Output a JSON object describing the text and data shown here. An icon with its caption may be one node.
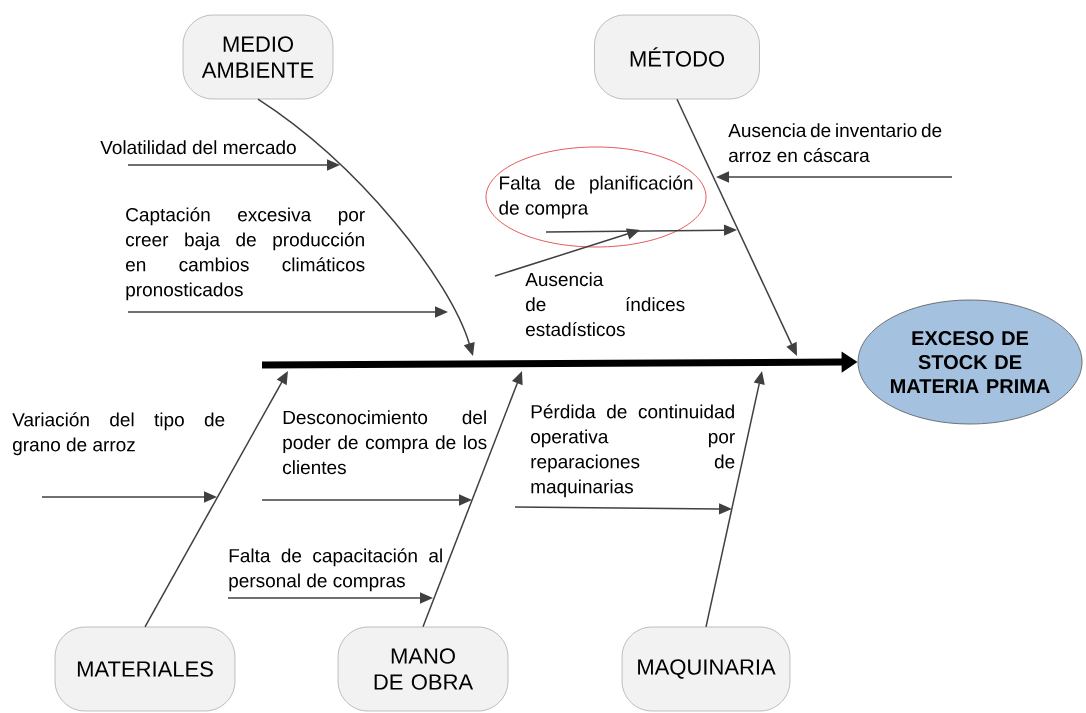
{
  "diagram": {
    "nodes": [
      {
        "text": [
          "MEDIO AMBIENTE"
        ]
      },
      {
        "text": [
          "MÉTODO"
        ]
      },
      {
        "text": [
          "Falta de planificación de compra"
        ]
      },
      {
        "text": [
          "EXCESO DE STOCK DE MATERIA PRIMA"
        ]
      },
      {
        "text": [
          "MATERIALES"
        ]
      },
      {
        "text": [
          "MANO DE OBRA"
        ]
      },
      {
        "text": [
          "MAQUINARIA"
        ]
      }
    ],
    "edges": [
      {
        "from": null,
        "to": 3,
        "arrow": "to",
        "style": "thick",
        "color": "#000000"
      },
      {
        "from": 0,
        "to": null,
        "arrow": "to"
      },
      {
        "from": 1,
        "to": null,
        "arrow": "to"
      },
      {
        "from": 4,
        "to": null,
        "arrow": "to"
      },
      {
        "from": 5,
        "to": null,
        "arrow": "to"
      },
      {
        "from": 6,
        "to": null,
        "arrow": "to"
      },
      {
        "from": 2,
        "to": null,
        "arrow": "to"
      },
      {
        "from": null,
        "to": 2,
        "arrow": "to"
      }
    ],
    "labels": [
      "Ausencia de inventario de arroz en cáscara",
      "Volatilidad del mercado",
      "Captación excesiva por creer baja de producción en cambios climáticos pronosticados",
      "Ausencia de índices estadísticos",
      "Pérdida de continuidad operativa por reparaciones de maquinarias",
      "Desconocimiento del poder de compra de los clientes",
      "Variación del tipo de grano de arroz",
      "Falta de capacitación al personal de compras"
    ]
  }
}
